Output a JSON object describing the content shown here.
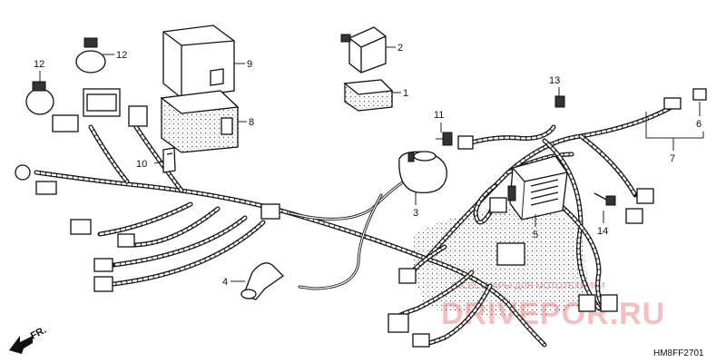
{
  "callouts": {
    "c1": "1",
    "c2": "2",
    "c3": "3",
    "c4": "4",
    "c5": "5",
    "c6": "6",
    "c7": "7",
    "c8": "8",
    "c9": "9",
    "c10": "10",
    "c11": "11",
    "c12a": "12",
    "c12b": "12",
    "c13": "13",
    "c14": "14"
  },
  "direction_label": "FR.",
  "diagram_code": "HM8FF2701",
  "watermark": {
    "tagline": "АКСЕССУАРЫ ДЛЯ МОТОТЕХНИКИ",
    "logo": "DRIVEPOR.RU"
  }
}
